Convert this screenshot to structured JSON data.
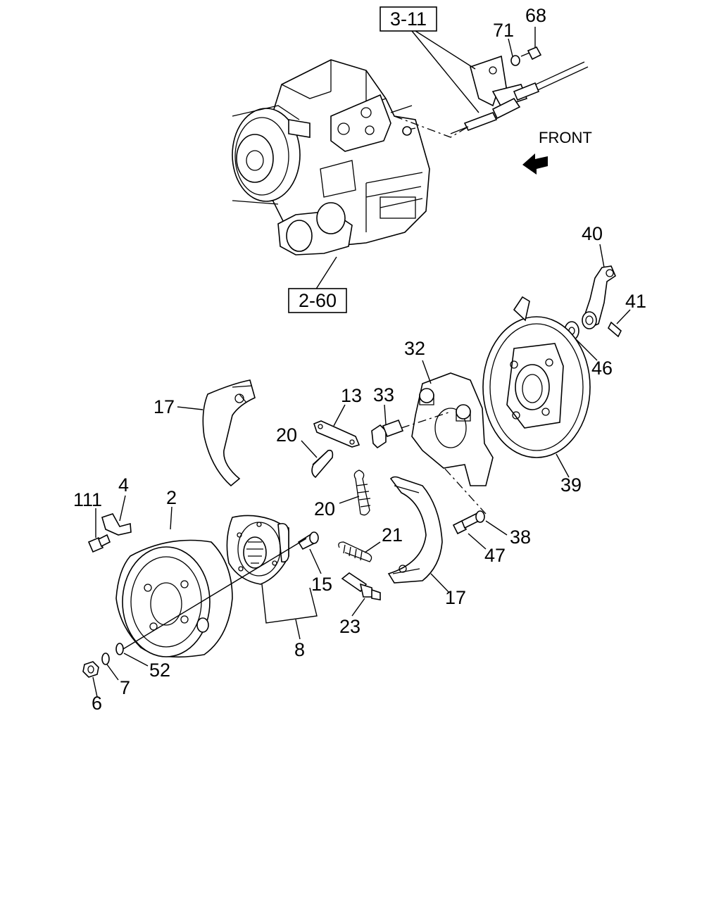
{
  "diagram": {
    "front_label": "FRONT",
    "ref_boxes": [
      {
        "id": "box-3-11",
        "text": "3-11"
      },
      {
        "id": "box-2-60",
        "text": "2-60"
      }
    ],
    "callouts": {
      "c68": "68",
      "c71": "71",
      "c40": "40",
      "c41": "41",
      "c46": "46",
      "c32": "32",
      "c33": "33",
      "c13": "13",
      "c17a": "17",
      "c20a": "20",
      "c20b": "20",
      "c21": "21",
      "c39": "39",
      "c38": "38",
      "c47": "47",
      "c17b": "17",
      "c23": "23",
      "c111": "111",
      "c4": "4",
      "c2": "2",
      "c15": "15",
      "c8": "8",
      "c52": "52",
      "c7": "7",
      "c6": "6"
    }
  }
}
